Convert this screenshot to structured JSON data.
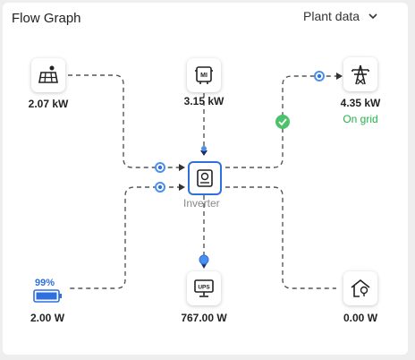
{
  "header": {
    "title": "Flow Graph",
    "dropdown_value": "Plant data"
  },
  "nodes": {
    "solar": {
      "value": "2.07",
      "unit": "kW",
      "icon": "solar-panel-icon"
    },
    "micro_inverter": {
      "value": "3.15",
      "unit": "kW",
      "icon": "micro-inverter-icon",
      "badge": "MI"
    },
    "grid": {
      "value": "4.35",
      "unit": "kW",
      "status": "On grid",
      "icon": "grid-tower-icon"
    },
    "inverter": {
      "label": "Inverter",
      "icon": "inverter-icon"
    },
    "battery": {
      "value": "2.00",
      "unit": "W",
      "percent": "99%",
      "icon": "battery-icon"
    },
    "ups": {
      "value": "767.00",
      "unit": "W",
      "badge": "UPS",
      "icon": "ups-icon"
    },
    "home": {
      "value": "0.00",
      "unit": "W",
      "icon": "home-load-icon"
    }
  },
  "colors": {
    "accent": "#2f6fe0",
    "flow_dot": "#4a90f0",
    "ok": "#27b24a",
    "line": "#555555"
  }
}
